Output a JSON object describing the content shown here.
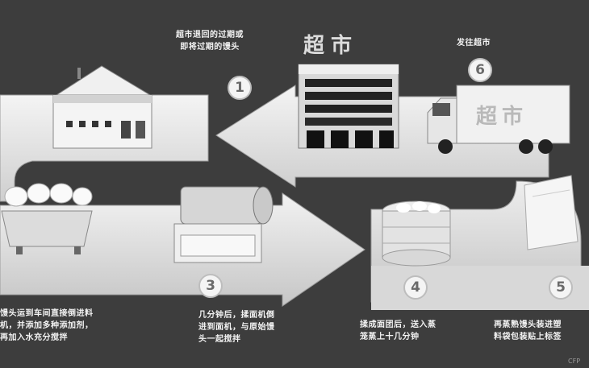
{
  "steps": {
    "s1": {
      "number": "1",
      "caption": "超市退回的过期或\n即将过期的馒头"
    },
    "s3": {
      "number": "3",
      "caption_left": "馒头运到车间直接倒进料\n机，并添加多种添加剂，\n再加入水充分搅拌",
      "caption_middle": "几分钟后，揉面机倒\n进到面机，与原始馒\n头一起搅拌"
    },
    "s4": {
      "number": "4",
      "caption": "揉成面团后，送入蒸\n笼蒸上十几分钟"
    },
    "s5": {
      "number": "5",
      "caption": "再蒸熟馒头装进塑\n料袋包装贴上标签"
    },
    "s6": {
      "number": "6",
      "caption": "发往超市"
    }
  },
  "store_sign": "超市",
  "truck_sign": "超市",
  "watermark": "CFP",
  "colors": {
    "background": "#3d3d3d",
    "arrow_light": "#e9e9e9",
    "arrow_shadow": "#a9a9a9"
  }
}
